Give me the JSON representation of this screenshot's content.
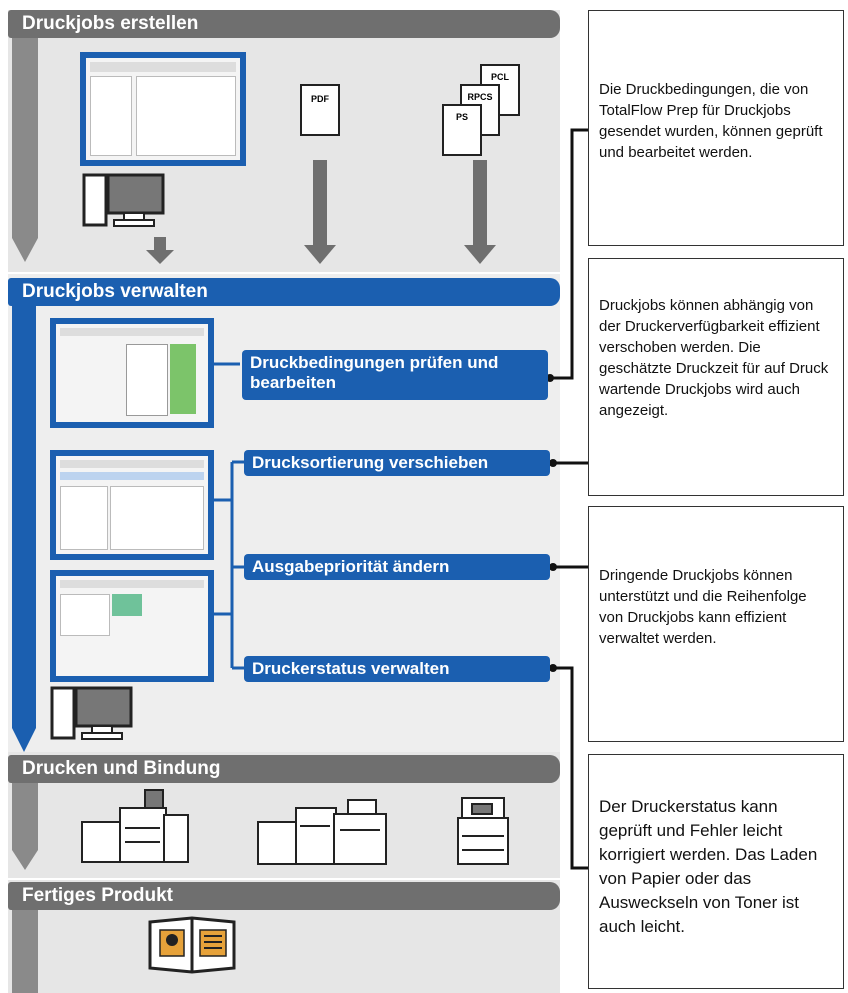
{
  "sections": {
    "create": {
      "title": "Druckjobs erstellen"
    },
    "manage": {
      "title": "Druckjobs verwalten"
    },
    "print": {
      "title": "Drucken und Bindung"
    },
    "finished": {
      "title": "Fertiges Produkt"
    }
  },
  "documents": [
    "PDF",
    "PCL",
    "RPCS",
    "PS"
  ],
  "labels": {
    "check_edit": "Druckbedingungen prüfen und bearbeiten",
    "move_order": "Drucksortierung verschieben",
    "priority": "Ausgabepriorität ändern",
    "printer_status": "Druckerstatus verwalten"
  },
  "descriptions": {
    "d1": "Die Druckbedingungen, die von TotalFlow Prep für Druckjobs gesendet wurden, können geprüft und bearbeitet werden.",
    "d2": "Druckjobs können abhängig von der Druckerverfügbarkeit effizient verschoben werden. Die geschätzte Druckzeit für auf Druck wartende Druckjobs wird auch angezeigt.",
    "d3": "Dringende Druckjobs können unterstützt und die Reihenfolge von Druckjobs kann effizient verwaltet werden.",
    "d4": "Der Druckerstatus kann geprüft und Fehler leicht korrigiert werden. Das Laden von Papier oder das Ausweckseln von Toner ist auch leicht."
  },
  "colors": {
    "blue": "#1b5fb0",
    "gray": "#6f6f6f",
    "panel": "#e6e6e6"
  }
}
